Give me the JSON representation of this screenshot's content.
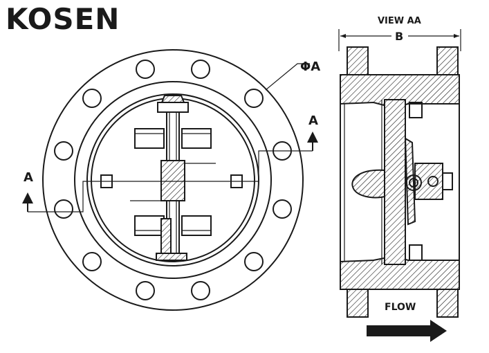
{
  "brand": {
    "logo_text": "KOSEN"
  },
  "front_view": {
    "diameter_label": "ΦA",
    "section_marker_left": "A",
    "section_marker_right": "A"
  },
  "side_view": {
    "view_title": "VIEW AA",
    "width_label": "B",
    "flow_label": "FLOW"
  },
  "colors": {
    "line": "#1a1a1a",
    "background": "#ffffff"
  }
}
